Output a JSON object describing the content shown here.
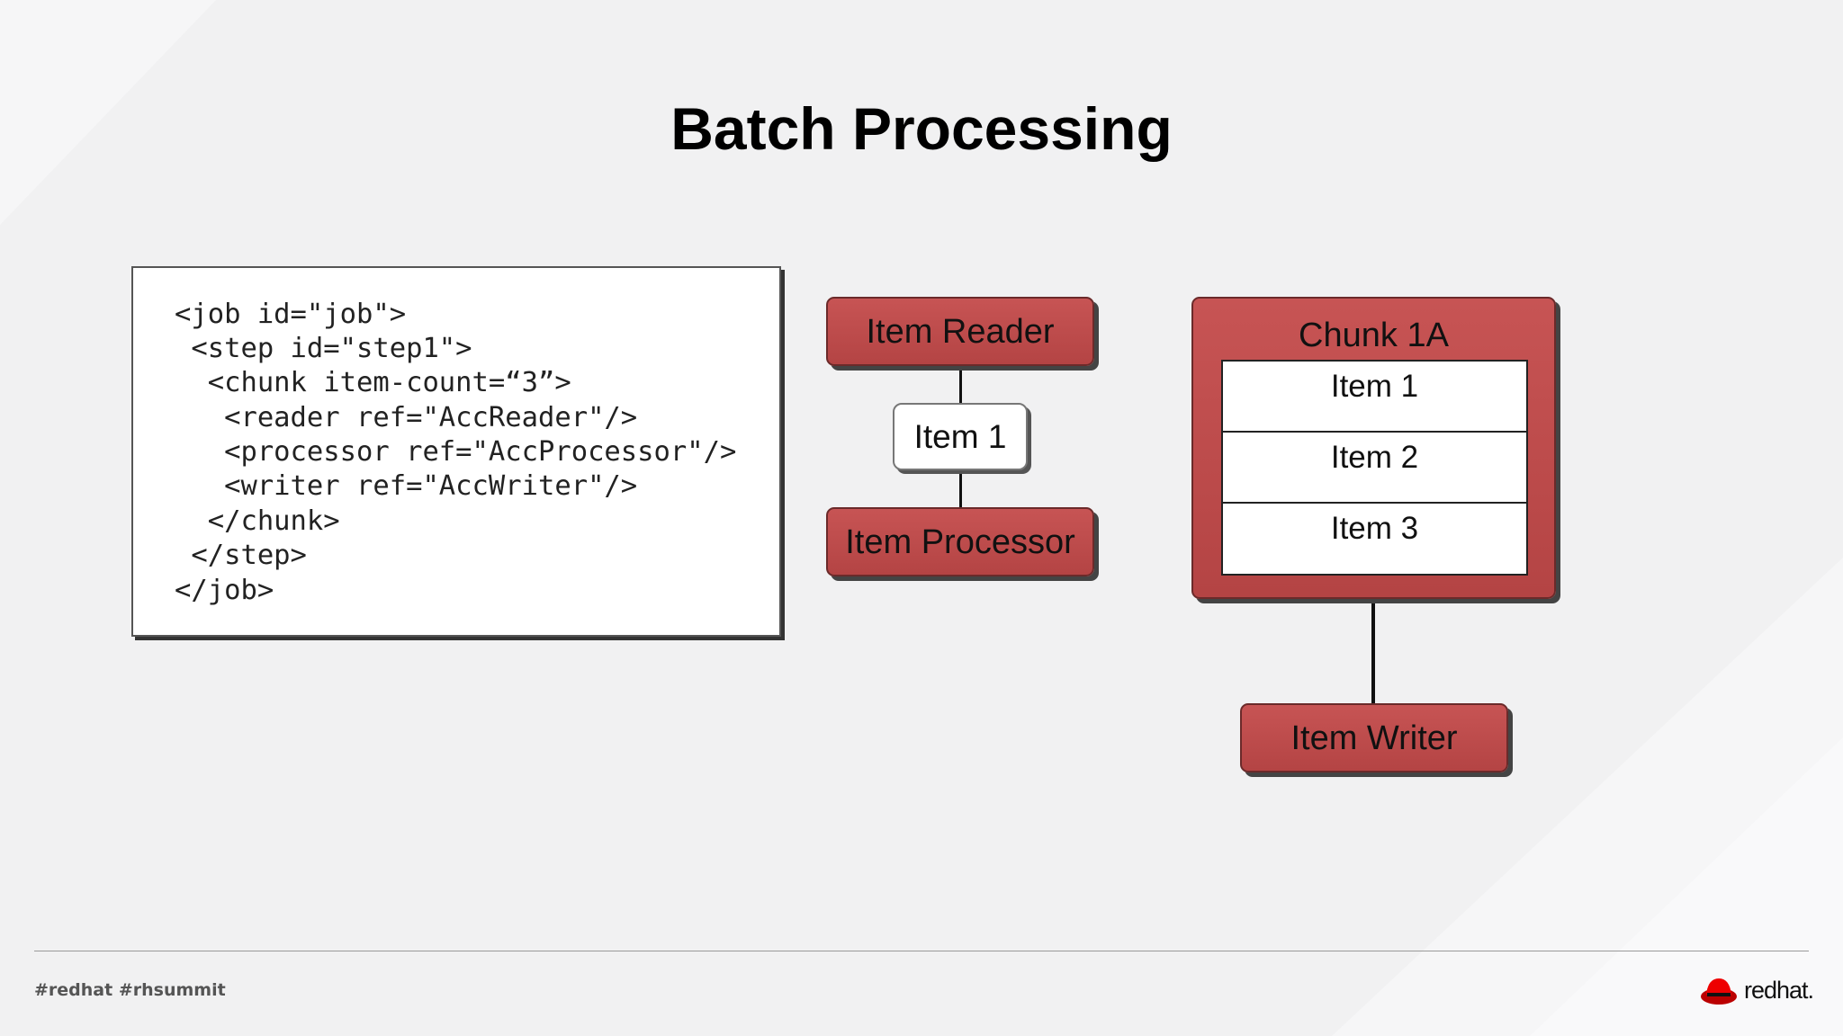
{
  "slide": {
    "title": "Batch Processing"
  },
  "code": {
    "lines": [
      "<job id=\"job\">",
      " <step id=\"step1\">",
      "  <chunk item-count=“3”>",
      "   <reader ref=\"AccReader\"/>",
      "   <processor ref=\"AccProcessor\"/>",
      "   <writer ref=\"AccWriter\"/>",
      "  </chunk>",
      " </step>",
      "</job>"
    ]
  },
  "diagram": {
    "reader_label": "Item Reader",
    "item_label": "Item 1",
    "processor_label": "Item Processor",
    "chunk_title": "Chunk 1A",
    "chunk_items": [
      "Item 1",
      "Item 2",
      "Item 3"
    ],
    "writer_label": "Item Writer"
  },
  "footer": {
    "hashtags": "#redhat  #rhsummit",
    "logo_text": "redhat."
  },
  "colors": {
    "box_red": "#c04c4c",
    "background": "#f1f1f2",
    "logo_red": "#e00"
  }
}
